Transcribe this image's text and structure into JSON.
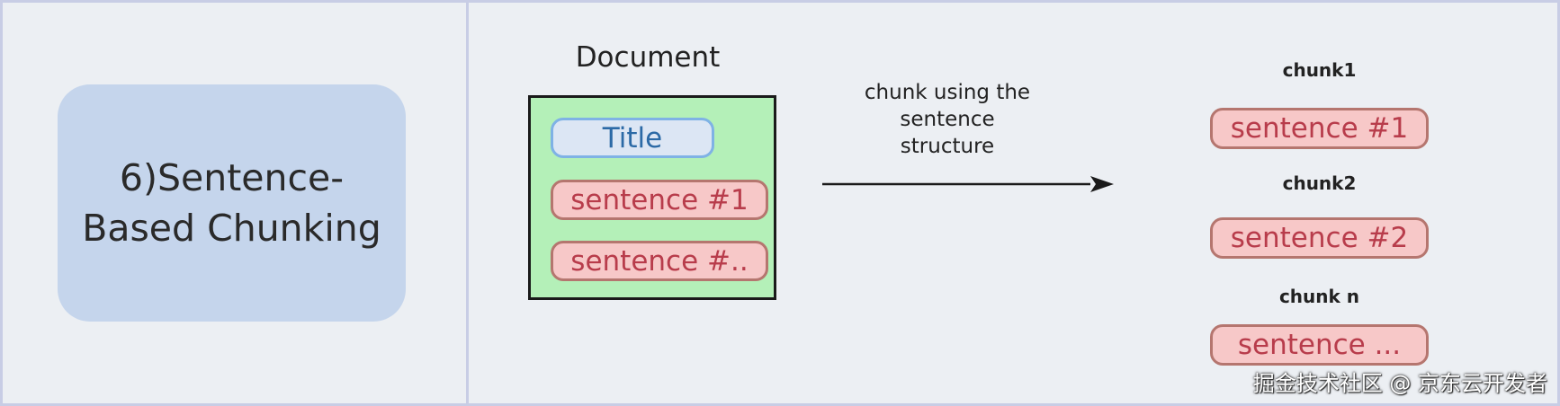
{
  "heading": "6)Sentence-Based Chunking",
  "document": {
    "label": "Document",
    "title_pill": "Title",
    "sentences": [
      "sentence #1",
      "sentence #.."
    ]
  },
  "arrow_caption": "chunk using the sentence structure",
  "chunks": [
    {
      "label": "chunk1",
      "sentence": "sentence #1"
    },
    {
      "label": "chunk2",
      "sentence": "sentence #2"
    },
    {
      "label": "chunk n",
      "sentence": "sentence ..."
    }
  ],
  "watermark": "掘金技术社区 @ 京东云开发者",
  "colors": {
    "background": "#eceff3",
    "frame_border": "#c8cde5",
    "heading_box": "#c5d5ec",
    "document_fill": "#b4f0b8",
    "title_pill_fill": "#dce6f4",
    "title_pill_border": "#7fb2e5",
    "sentence_fill": "#f7c8c8",
    "sentence_border": "#b5766f",
    "sentence_text": "#b83c4b"
  }
}
